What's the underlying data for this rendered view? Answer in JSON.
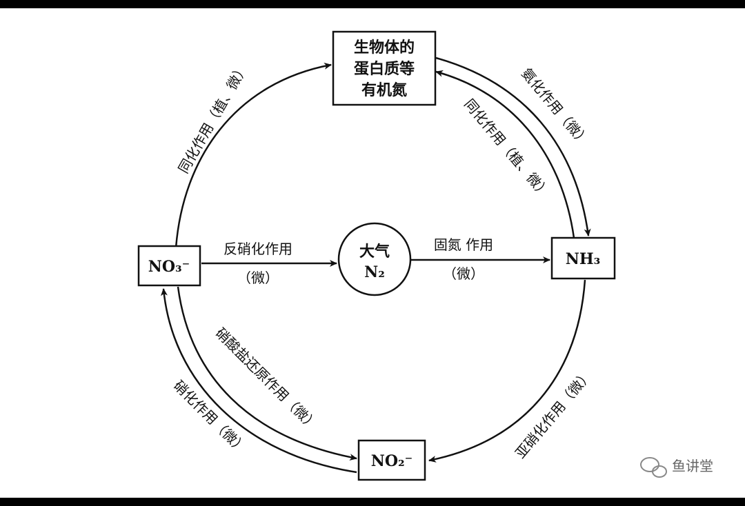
{
  "nodes": {
    "organic_n": [
      "生物体的",
      "蛋白质等",
      "有机氮"
    ],
    "no3": "NO₃⁻",
    "atmosphere": [
      "大气",
      "N₂"
    ],
    "nh3": "NH₃",
    "no2": "NO₂⁻"
  },
  "processes": {
    "assim_left": "同化作用（植、微）",
    "ammonification": "氨化作用（微）",
    "assim_right": "同化作用（植、微）",
    "denitrification": "反硝化作用",
    "denitrification_sub": "（微）",
    "fixation": "固氮 作用",
    "fixation_sub": "（微）",
    "nitrate_reduction": "硝酸盐还原作用（微）",
    "nitrification": "硝化作用（微）",
    "nitrosation": "亚硝化作用（微）"
  },
  "watermark": "鱼讲堂"
}
